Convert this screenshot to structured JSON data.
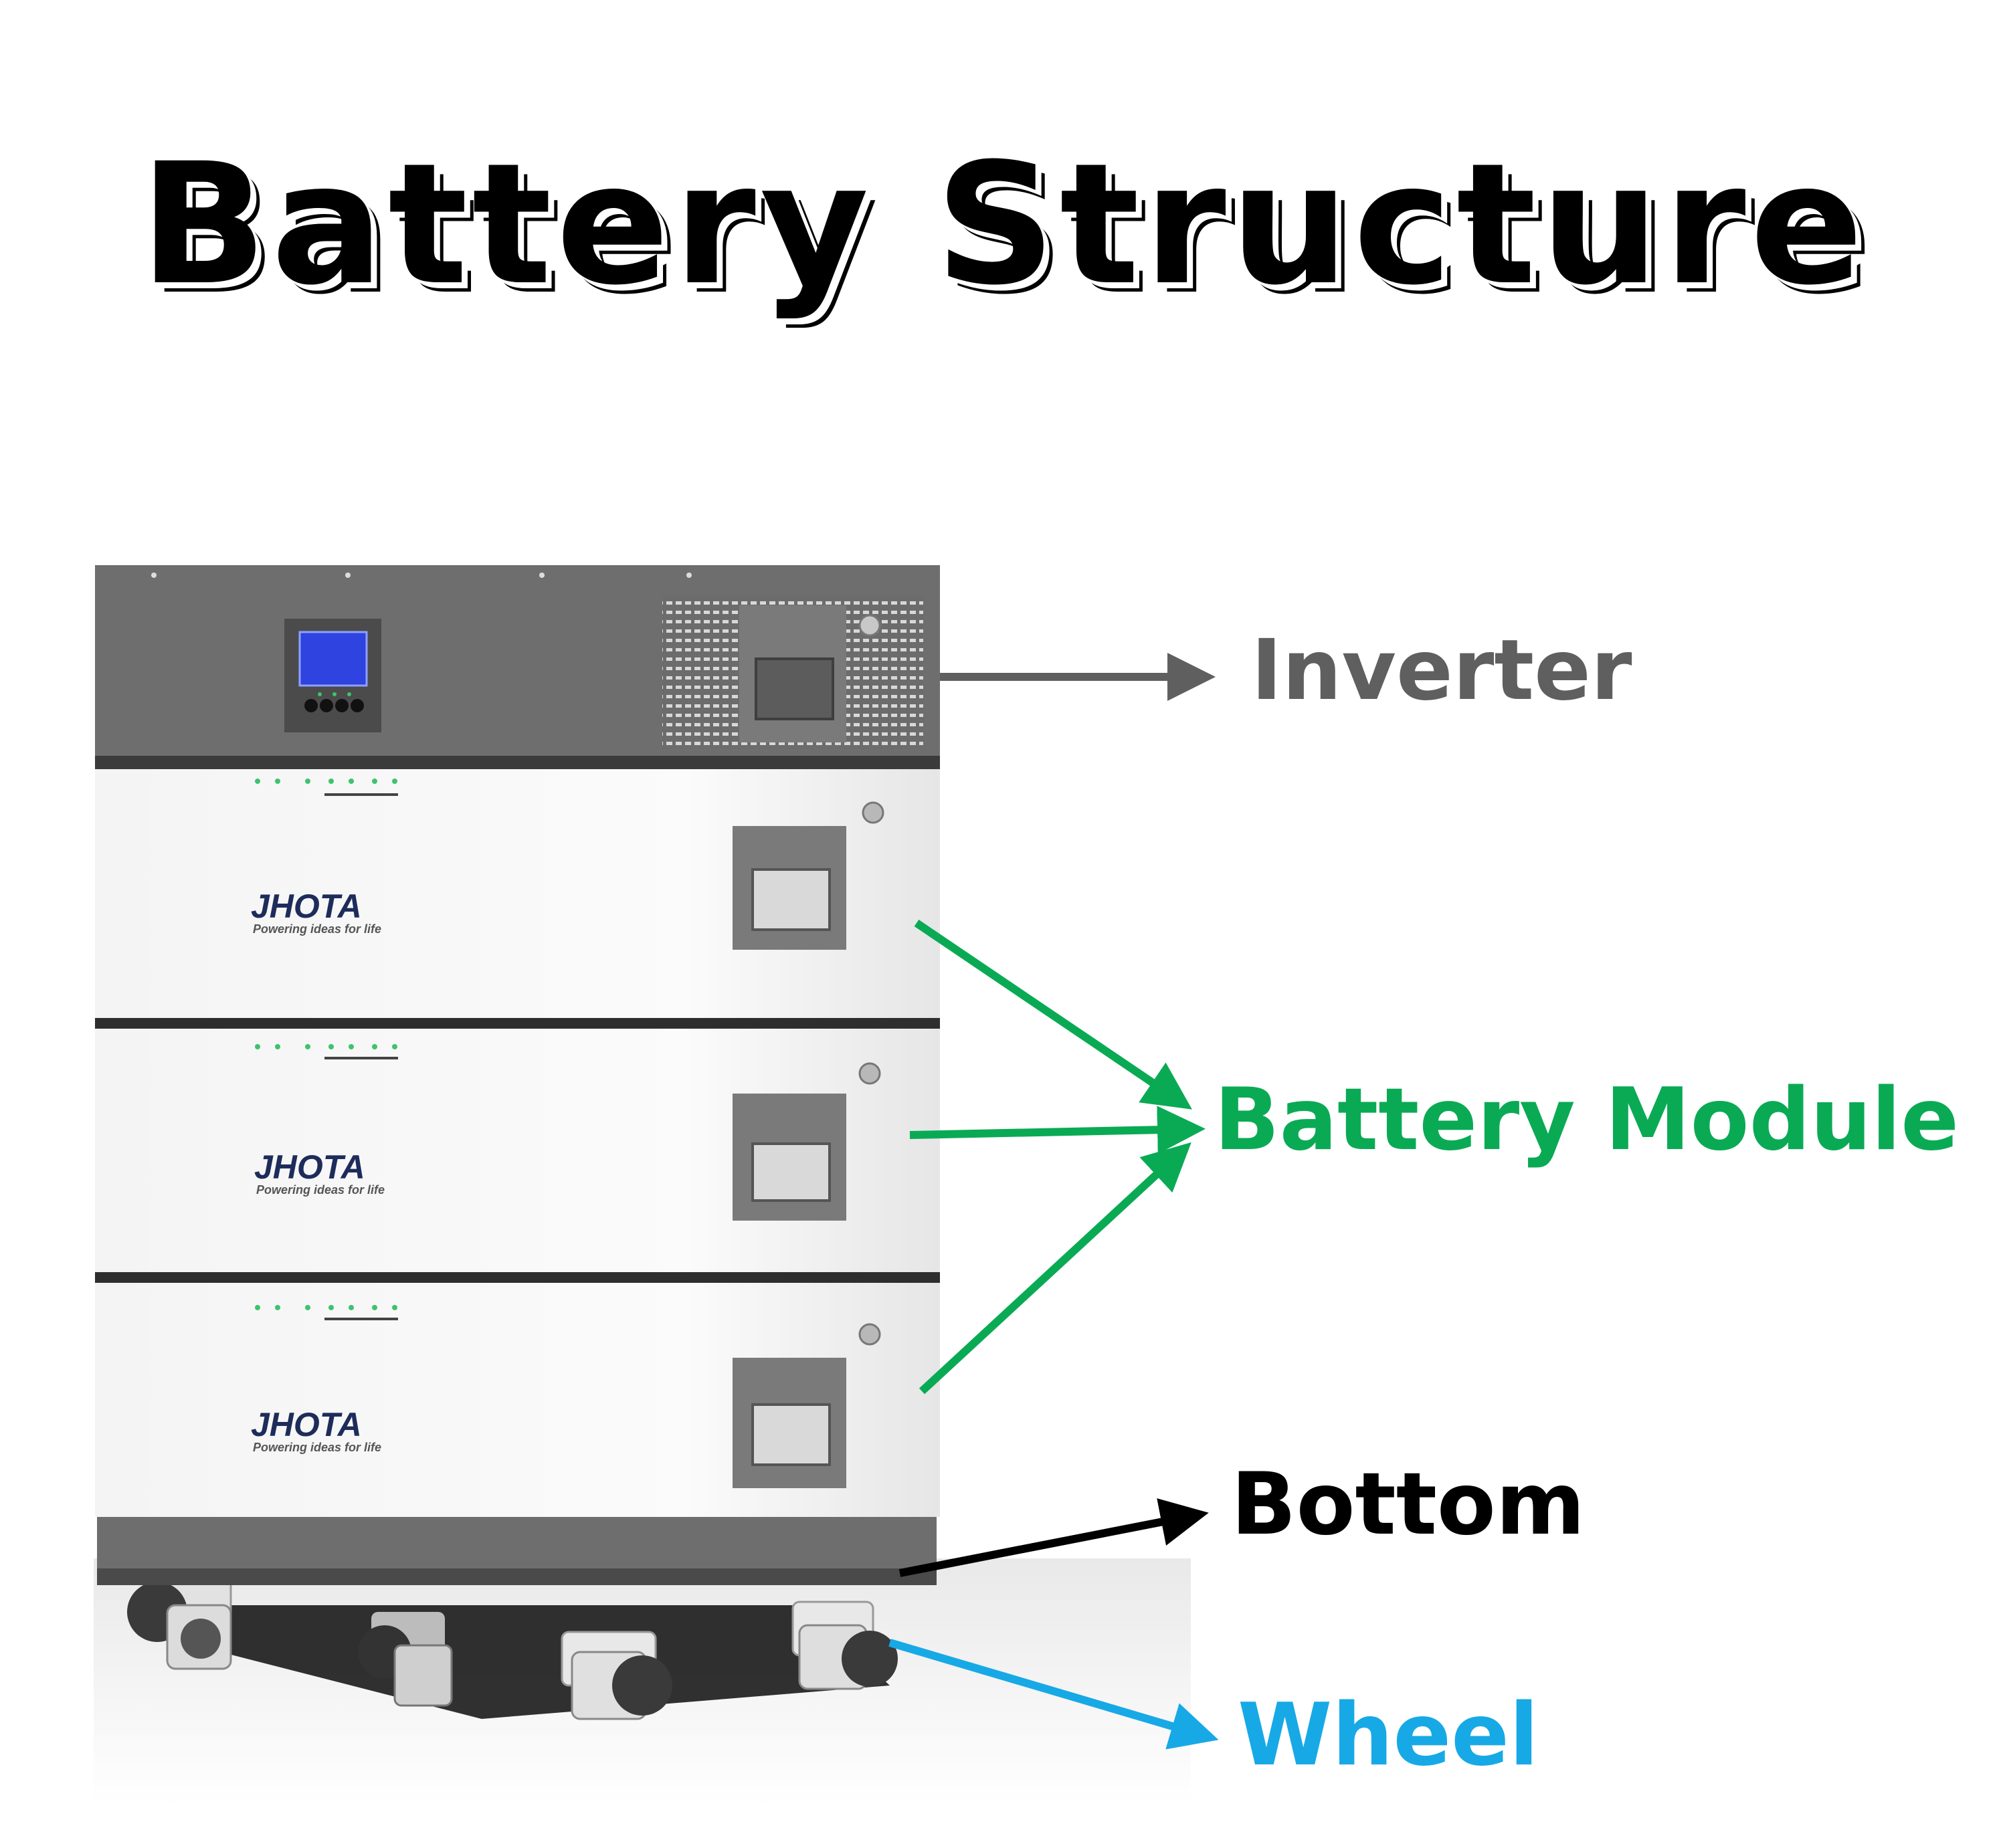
{
  "title": "Battery Structure",
  "labels": {
    "inverter": "Inverter",
    "battery_module": "Battery Module",
    "bottom": "Bottom",
    "wheel": "Wheel"
  },
  "brand": {
    "name": "JHOTA",
    "tagline": "Powering ideas for life"
  },
  "colors": {
    "inverter": "#5f5f5f",
    "battery_module": "#0aaa55",
    "bottom": "#000000",
    "wheel": "#17a9e6",
    "cabinet_dark": "#6e6e6e",
    "module_body": "#f1f1f1"
  }
}
